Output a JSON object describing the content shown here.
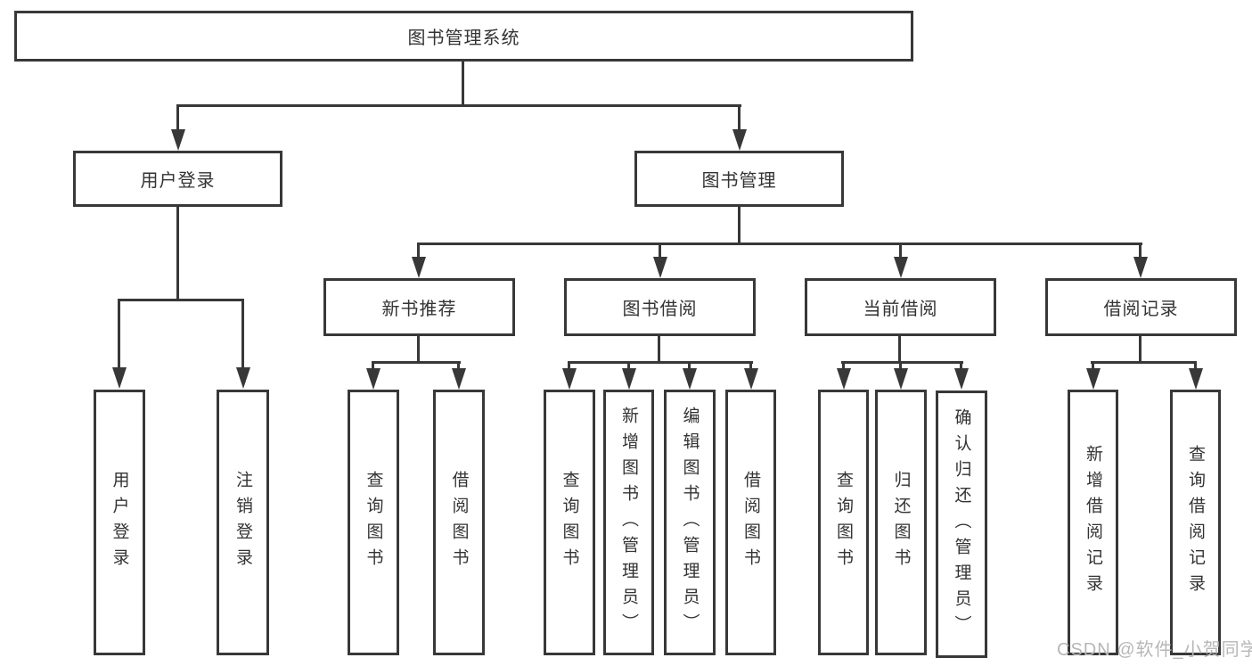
{
  "root": {
    "label": "图书管理系统"
  },
  "level2": {
    "user_login": {
      "label": "用户登录"
    },
    "book_mgmt": {
      "label": "图书管理"
    }
  },
  "level3": {
    "new_book": {
      "label": "新书推荐"
    },
    "borrow": {
      "label": "图书借阅"
    },
    "current": {
      "label": "当前借阅"
    },
    "record": {
      "label": "借阅记录"
    }
  },
  "leaves": {
    "user": [
      "用户登录",
      "注销登录"
    ],
    "new_book": [
      "查询图书",
      "借阅图书"
    ],
    "borrow": [
      "查询图书",
      "新增图书（管理员）",
      "编辑图书（管理员）",
      "借阅图书"
    ],
    "current": [
      "查询图书",
      "归还图书",
      "确认归还（管理员）"
    ],
    "record": [
      "新增借阅记录",
      "查询借阅记录"
    ]
  },
  "watermark": {
    "text": "CSDN @软件_小贺同学"
  },
  "colors": {
    "line": "#383838",
    "text": "#333333",
    "watermark": "#b7b7b7",
    "background": "#ffffff"
  }
}
